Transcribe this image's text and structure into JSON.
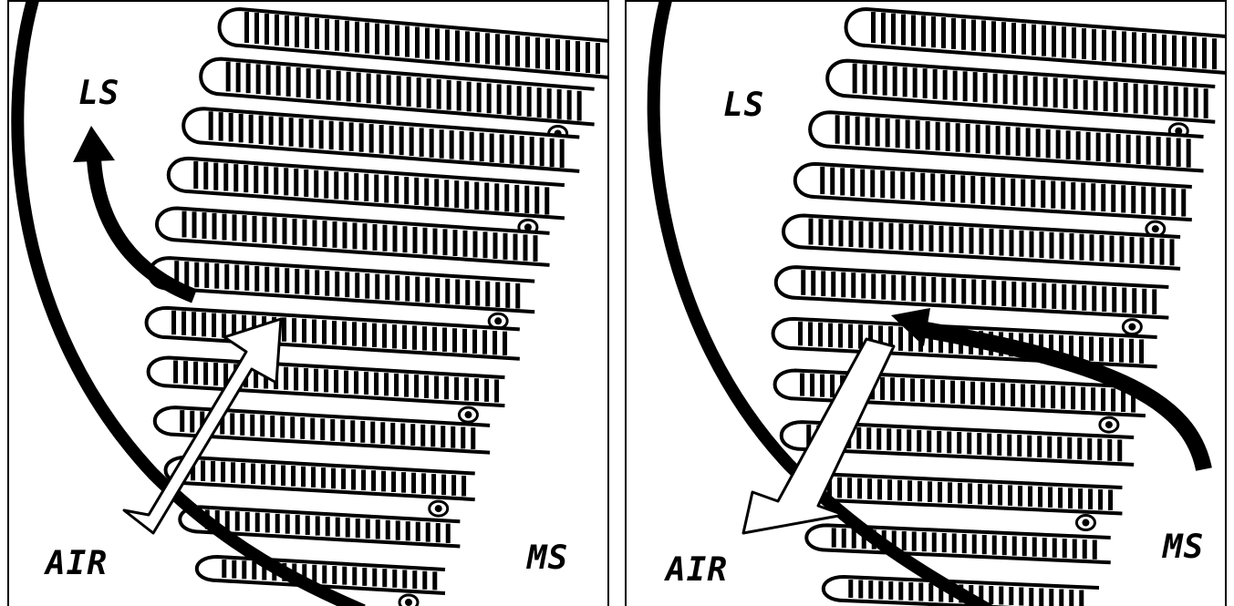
{
  "panels": [
    {
      "id": "left",
      "labels": {
        "top": "LS",
        "bottom_left": "AIR",
        "bottom_right": "MS"
      },
      "flows": [
        {
          "name": "air-inflow",
          "style": "hollow-arrow",
          "direction": "up-right"
        },
        {
          "name": "blood-flow",
          "style": "solid-curved-arrow",
          "direction": "up"
        }
      ]
    },
    {
      "id": "right",
      "labels": {
        "top": "LS",
        "bottom_left": "AIR",
        "bottom_right": "MS"
      },
      "flows": [
        {
          "name": "air-outflow",
          "style": "hollow-arrow",
          "direction": "down-left"
        },
        {
          "name": "blood-flow",
          "style": "solid-curved-arrow",
          "direction": "left"
        }
      ]
    }
  ],
  "colors": {
    "ink": "#000000",
    "paper": "#ffffff"
  }
}
